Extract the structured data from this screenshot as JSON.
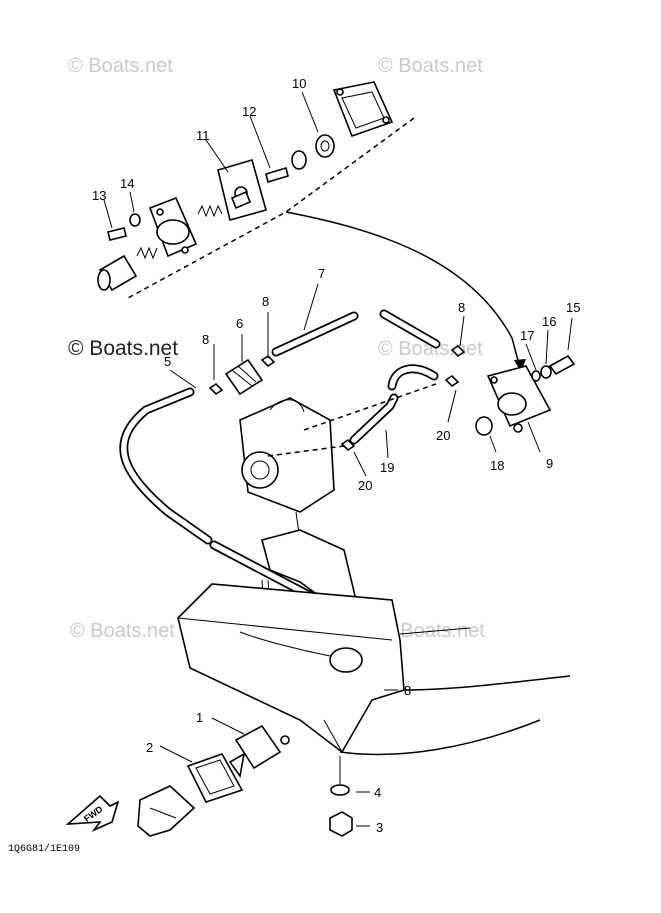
{
  "watermarks": [
    "© Boats.net",
    "© Boats.net",
    "© Boats.net",
    "© Boats.net",
    "© Boats.net",
    "© Boats.net"
  ],
  "callouts": {
    "c1": "1",
    "c2": "2",
    "c3": "3",
    "c4": "4",
    "c5": "5",
    "c6": "6",
    "c7": "7",
    "c8a": "8",
    "c8b": "8",
    "c8c": "8",
    "c8d": "8",
    "c9": "9",
    "c10": "10",
    "c11": "11",
    "c12": "12",
    "c13": "13",
    "c14": "14",
    "c15": "15",
    "c16": "16",
    "c17": "17",
    "c18": "18",
    "c19": "19",
    "c20a": "20",
    "c20b": "20"
  },
  "fwd_label": "FWD",
  "diagram_code": "1Q6G81/1E109"
}
